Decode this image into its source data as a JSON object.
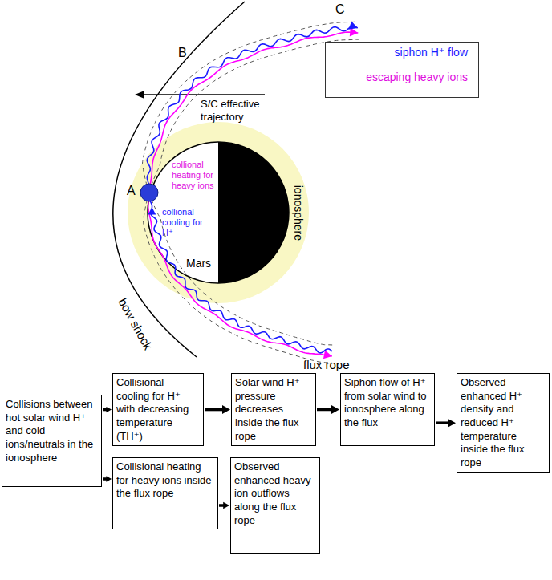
{
  "diagram": {
    "nodes": [
      {
        "text": [
          "Collisions between hot solar wind H⁺ and cold ions/neutrals in the ionosphere"
        ]
      },
      {
        "text": [
          "Collisional cooling for H⁺ with decreasing temperature (TH⁺)"
        ]
      },
      {
        "text": [
          "Solar wind H⁺ pressure decreases inside the flux rope"
        ]
      },
      {
        "text": [
          "Siphon flow of H⁺ from solar wind to ionosphere along the flux"
        ]
      },
      {
        "text": [
          "Observed enhanced H⁺ density and reduced H⁺ temperature inside the flux rope"
        ]
      },
      {
        "text": [
          "Collisional heating for heavy ions inside the flux rope"
        ]
      },
      {
        "text": [
          "Observed enhanced heavy ion outflows along the flux rope"
        ]
      }
    ],
    "edges": [
      {
        "from": 0,
        "to": 1,
        "arrow": "to"
      },
      {
        "from": 1,
        "to": 2,
        "arrow": "to"
      },
      {
        "from": 2,
        "to": 3,
        "arrow": "to"
      },
      {
        "from": 3,
        "to": 4,
        "arrow": "to"
      },
      {
        "from": 0,
        "to": 5,
        "arrow": "to"
      },
      {
        "from": 5,
        "to": 6,
        "arrow": "to"
      }
    ],
    "labels": [
      "A",
      "B",
      "C",
      "S/C effective trajectory",
      "collional heating for heavy ions",
      "collional cooling for H⁺",
      "Mars",
      "ionosphere",
      "bow shock",
      "flux rope"
    ],
    "legend": [
      {
        "text": "siphon H⁺ flow"
      },
      {
        "text": "escaping heavy ions"
      }
    ]
  }
}
